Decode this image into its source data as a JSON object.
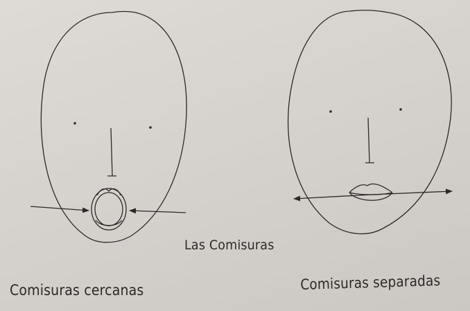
{
  "figure": {
    "center_caption": "Las Comisuras",
    "left_caption": "Comisuras cercanas",
    "right_caption": "Comisuras separadas"
  },
  "colors": {
    "paper": "#d6d2cd",
    "ink": "#2a2a2a"
  }
}
